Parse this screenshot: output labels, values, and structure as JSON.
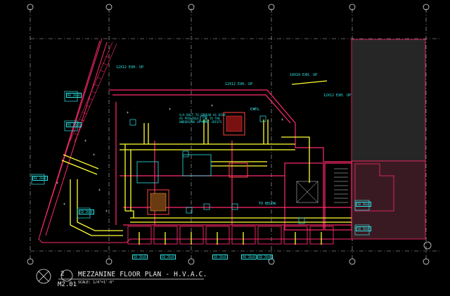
{
  "title_block": {
    "detail_number": "2",
    "title": "MEZZANINE FLOOR PLAN - H.V.A.C.",
    "sheet": "M2.01",
    "scale": "SCALE: 1/4\"=1'-0\""
  },
  "notes": {
    "exhaust_up_1": "12X12 EXH. UP",
    "exhaust_up_2": "12X12 EXH. UP",
    "exhaust_up_3": "10X10 EXH. UP",
    "exhaust_up_4": "12X12 EXH. UP",
    "duct_note": "S/A DUCT TO SPREAD AS HIGH AS POSSIBLE. TIE TO THE UNDERSIDE OF ROOF JOISTS",
    "exhaust_existing": "EXTG.",
    "to_below": "TO BELOW"
  },
  "tags": {
    "tag_1": "RE 20x8",
    "tag_2": "RE 20x8",
    "tag_3": "R6 20x8",
    "tag_4": "SD 20x8",
    "tag_5": "SD 20x8",
    "tag_6": "SD 20x8",
    "tag_7": "SD 20x8",
    "tag_8": "SD 20x8",
    "tag_9": "SD 20x8",
    "tag_10": "R6 20x8",
    "tag_11": "SD 20x8"
  },
  "colors": {
    "background": "#000000",
    "walls": "#ff2a6a",
    "ducts": "#ffff33",
    "annotations": "#2fe6e6",
    "equipment": "#ff4444",
    "grid": "#dddddd",
    "hatch": "#444444"
  }
}
